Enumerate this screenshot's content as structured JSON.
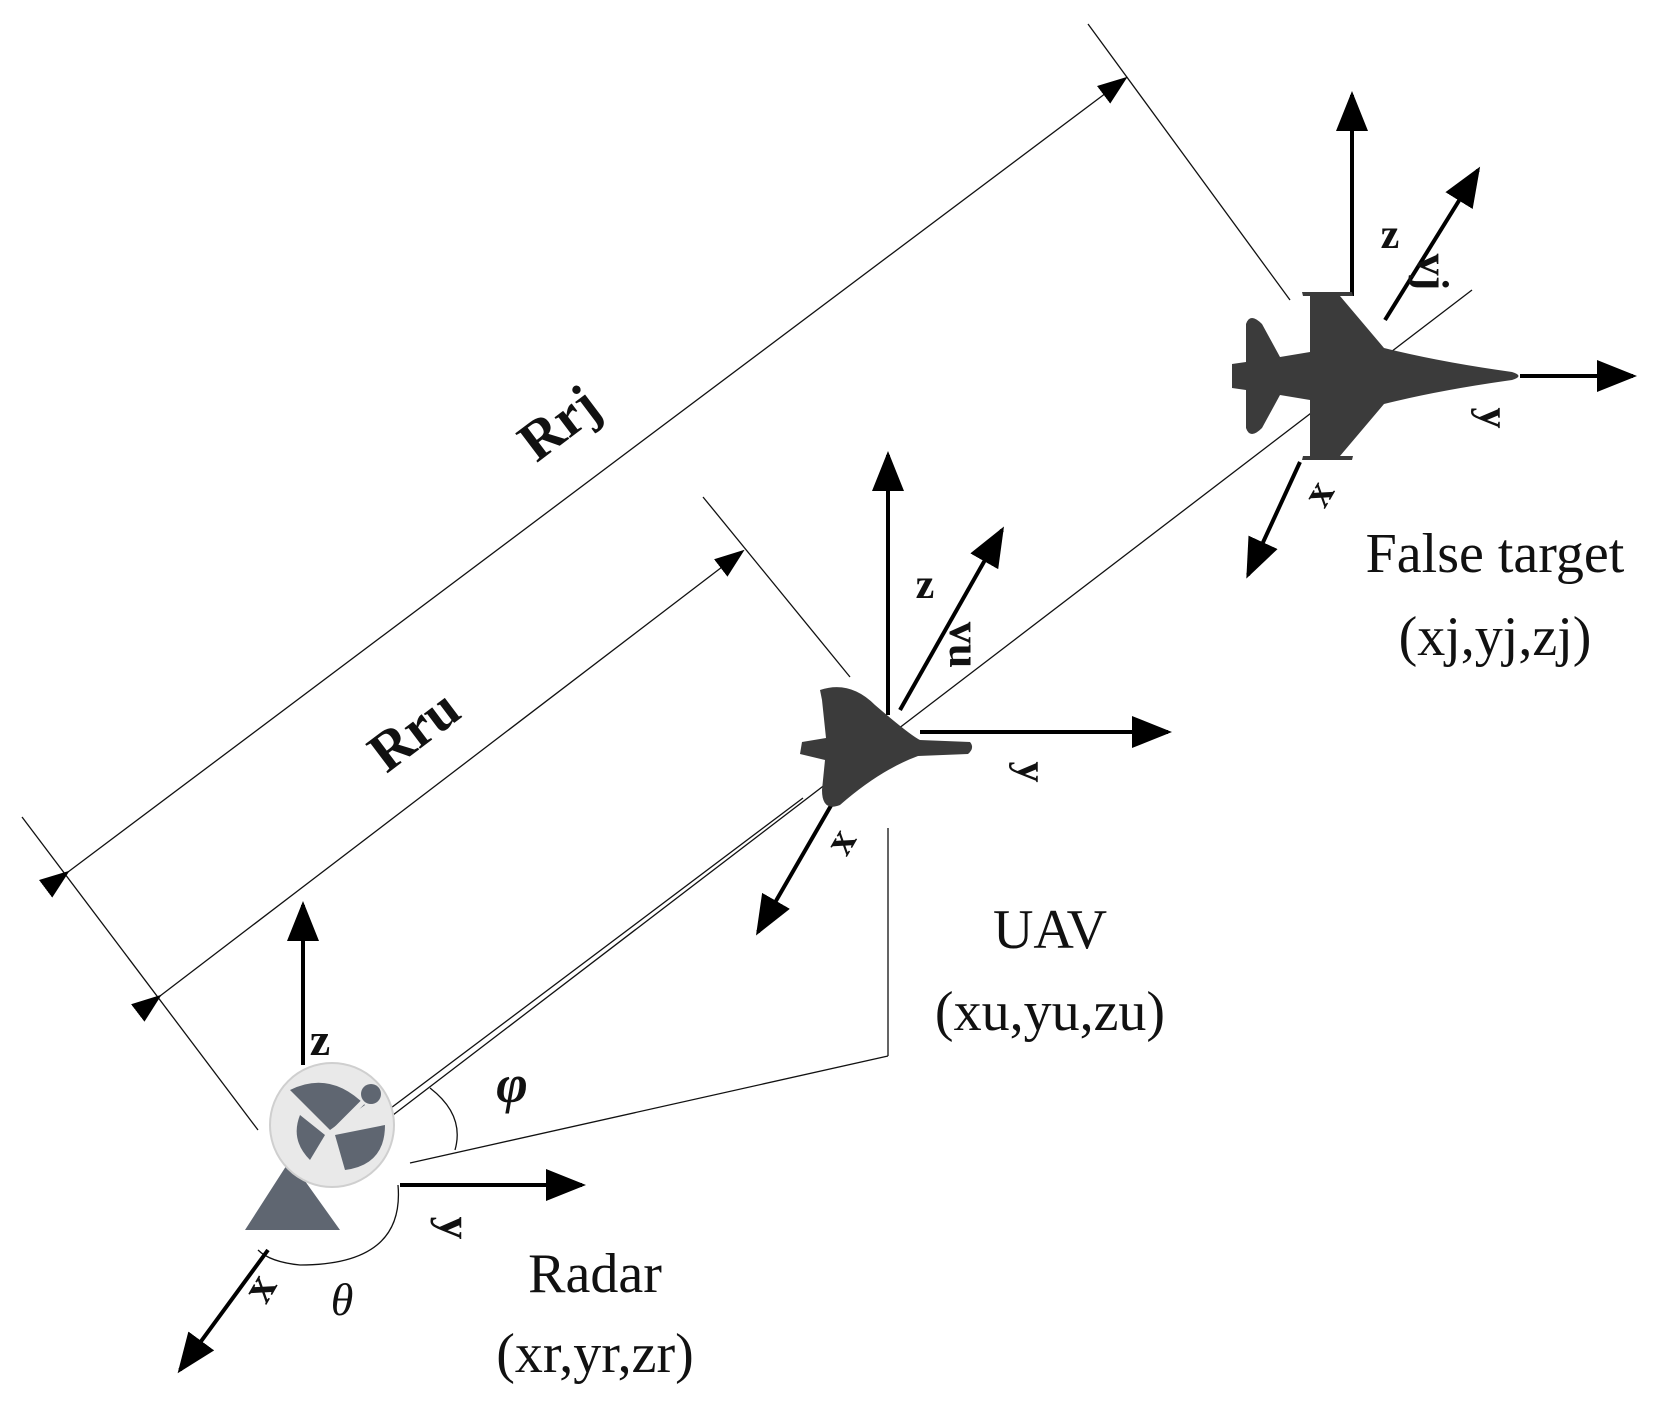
{
  "colors": {
    "ink": "#111111",
    "aircraft": "#3b3b3b",
    "radar_dark": "#5f6671",
    "radar_light": "#e6e6e6"
  },
  "icons": {
    "radar": "radar-dish-icon",
    "uav": "uav-aircraft-icon",
    "false_target": "fighter-jet-icon"
  },
  "radar": {
    "name": "Radar",
    "coords": "(xr,yr,zr)",
    "axes": {
      "x": "x",
      "y": "y",
      "z": "z"
    },
    "angle_theta": "θ",
    "angle_phi": "φ"
  },
  "uav": {
    "name": "UAV",
    "coords": "(xu,yu,zu)",
    "axes": {
      "x": "x",
      "y": "y",
      "z": "z"
    },
    "velocity": "vu"
  },
  "false_target": {
    "name": "False target",
    "coords": "(xj,yj,zj)",
    "axes": {
      "x": "x",
      "y": "y",
      "z": "z"
    },
    "velocity": "vj"
  },
  "distances": {
    "radar_to_uav": "Rru",
    "radar_to_target": "Rrj"
  }
}
